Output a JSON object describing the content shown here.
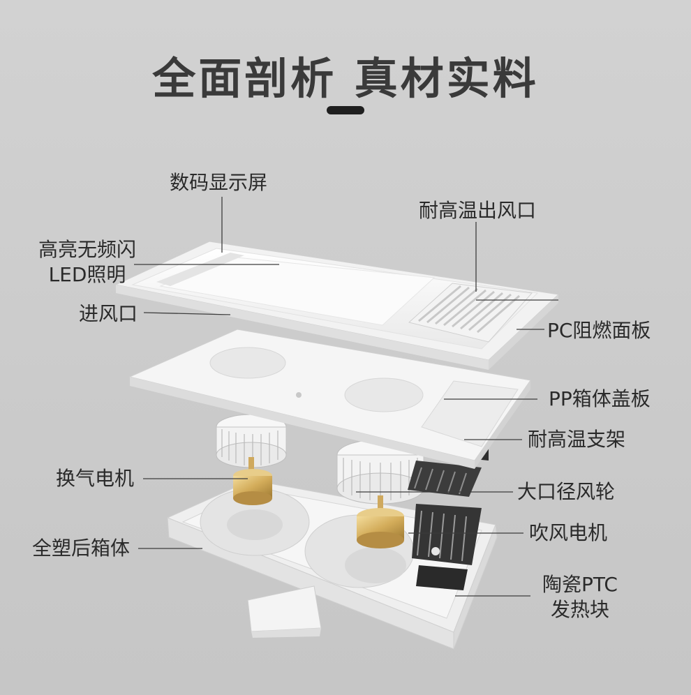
{
  "title": "全面剖析 真材实料",
  "labels": {
    "display": "数码显示屏",
    "hot_outlet": "耐高温出风口",
    "led_line1": "高亮无频闪",
    "led_line2": "LED照明",
    "air_inlet": "进风口",
    "pc_panel": "PC阻燃面板",
    "pp_cover": "PP箱体盖板",
    "heat_bracket": "耐高温支架",
    "vent_motor": "换气电机",
    "impeller": "大口径风轮",
    "back_box": "全塑后箱体",
    "blower_motor": "吹风电机",
    "ptc_line1": "陶瓷PTC",
    "ptc_line2": "发热块"
  },
  "colors": {
    "background": "#cdcdcd",
    "plastic": "#f1f1f1",
    "panel_light": "#fafafa",
    "motor_gold": "#d8b567",
    "heater_dark": "#3a3a3a"
  }
}
